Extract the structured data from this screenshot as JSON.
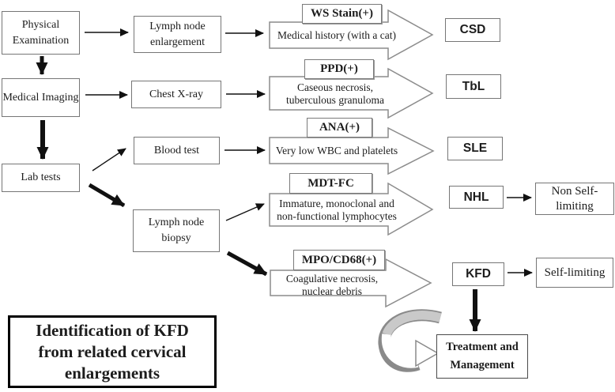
{
  "title": "Identification of KFD from related cervical enlargements",
  "exam_steps": {
    "physical_examination": "Physical Examination",
    "medical_imaging": "Medical Imaging",
    "lab_tests": "Lab tests"
  },
  "tests": {
    "lymph_node_enlargement": "Lymph node enlargement",
    "chest_xray": "Chest X-ray",
    "blood_test": "Blood test",
    "lymph_node_biopsy": "Lymph node biopsy"
  },
  "pathways": [
    {
      "marker": "WS Stain(+)",
      "finding": "Medical history (with a cat)",
      "diagnosis": "CSD"
    },
    {
      "marker": "PPD(+)",
      "finding": "Caseous necrosis, tuberculous granuloma",
      "diagnosis": "TbL"
    },
    {
      "marker": "ANA(+)",
      "finding": "Very low WBC and platelets",
      "diagnosis": "SLE"
    },
    {
      "marker": "MDT-FC",
      "finding": "Immature, monoclonal and non-functional lymphocytes",
      "diagnosis": "NHL"
    },
    {
      "marker": "MPO/CD68(+)",
      "finding": "Coagulative necrosis, nuclear debris",
      "diagnosis": "KFD"
    }
  ],
  "outcomes": {
    "non_self_limiting": "Non Self-limiting",
    "self_limiting": "Self-limiting"
  },
  "treatment": {
    "label": "Treatment and Management"
  },
  "colors": {
    "background": "#ffffff",
    "text": "#1c1c1c",
    "box_border": "#767676",
    "block_arrow_outline": "#8c8c8c",
    "solid_arrow": "#111111",
    "title_border": "#000000",
    "loop_arrow_shade": "#c9c9c9"
  }
}
